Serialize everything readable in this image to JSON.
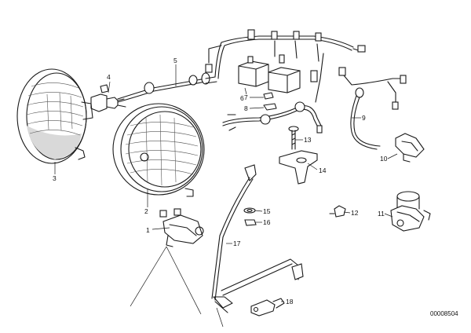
{
  "diagram": {
    "part_labels": [
      "1",
      "2",
      "3",
      "4",
      "5",
      "6",
      "7",
      "8",
      "9",
      "10",
      "11",
      "12",
      "13",
      "14",
      "15",
      "16",
      "17",
      "18"
    ],
    "document_code": "00008504"
  }
}
